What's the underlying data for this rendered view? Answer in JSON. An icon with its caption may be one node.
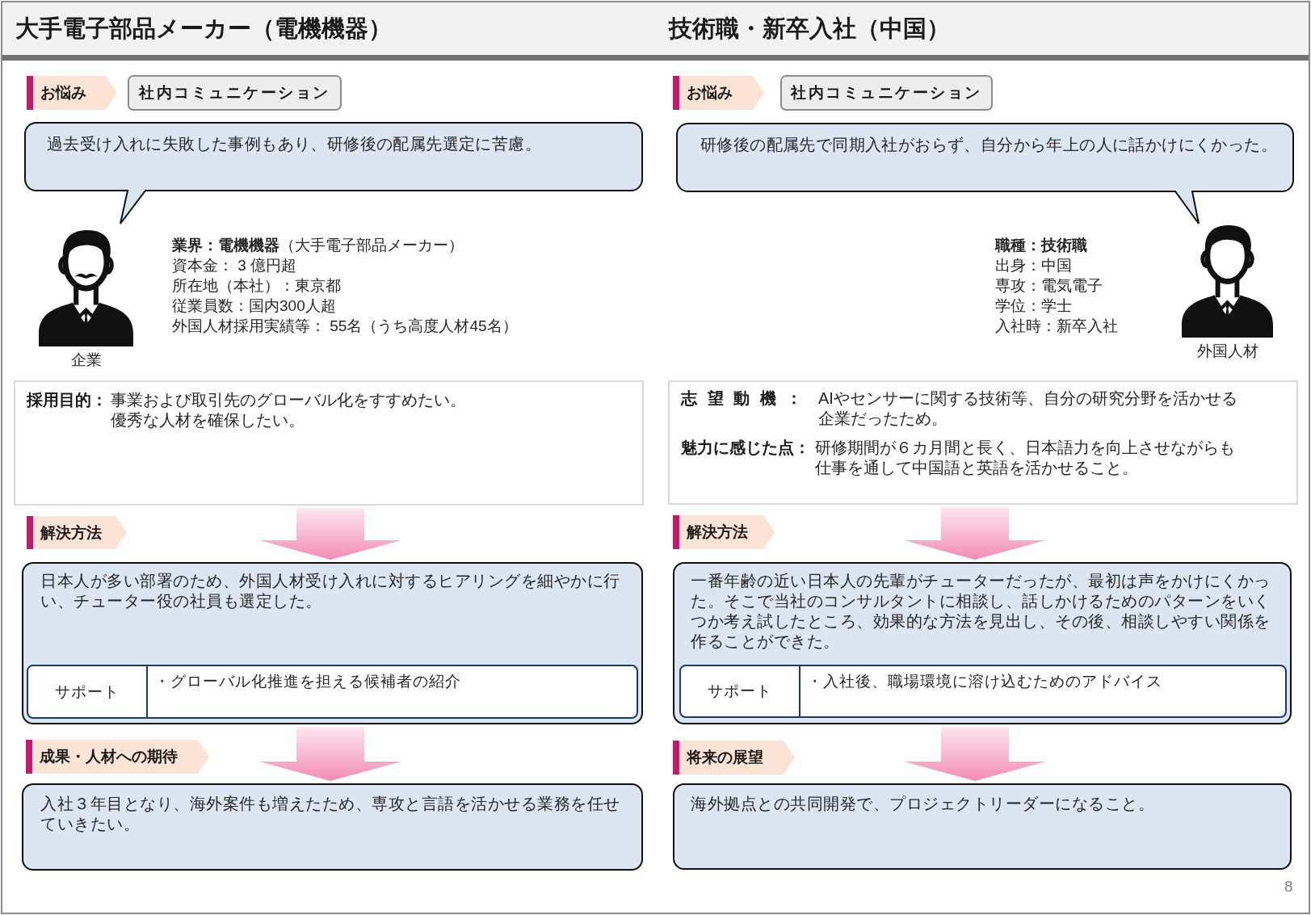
{
  "diagram": {
    "nodes": [
      {
        "text": [
          "大手電子部品メーカー（電機機器）",
          "技術職・新卒入社（中国）"
        ]
      },
      {
        "text": [
          "お悩み"
        ]
      },
      {
        "text": [
          "社内コミュニケーション"
        ]
      },
      {
        "text": [
          "過去受け入れに失敗した事例もあり、研修後の配属先選定に苦慮。"
        ]
      },
      {
        "text": [],
        "shape": "person",
        "beside": [
          "企業"
        ]
      },
      {
        "text": [
          "採用目的：",
          "事業および取引先のグローバル化をすすめたい。",
          "優秀な人材を確保したい。"
        ]
      },
      {
        "text": [
          "解決方法"
        ]
      },
      {
        "text": [
          "日本人が多い部署のため、外国人材受け入れに対するヒアリングを細やかに行い、チューター役の社員も選定した。"
        ]
      },
      {
        "text": [
          "サポート",
          "・グローバル化推進を担える候補者の紹介"
        ],
        "in": 7
      },
      {
        "text": [
          "成果・人材への期待"
        ]
      },
      {
        "text": [
          "入社３年目となり、海外案件も増えたため、専攻と言語を活かせる業務を任せていきたい。"
        ]
      },
      {
        "text": [
          "お悩み"
        ]
      },
      {
        "text": [
          "社内コミュニケーション"
        ]
      },
      {
        "text": [
          "研修後の配属先で同期入社がおらず、自分から年上の人に話かけにくかった。"
        ]
      },
      {
        "text": [],
        "shape": "person",
        "beside": [
          "外国人材"
        ]
      },
      {
        "text": [
          "志望動機：",
          "AIやセンサーに関する技術等、自分の研究分野を活かせる企業だったため。",
          "魅力に感じた点：",
          "研修期間が６カ月間と長く、日本語力を向上させながらも仕事を通して中国語と英語を活かせること。"
        ]
      },
      {
        "text": [
          "解決方法"
        ]
      },
      {
        "text": [
          "一番年齢の近い日本人の先輩がチューターだったが、最初は声をかけにくかった。そこで当社のコンサルタントに相談し、話しかけるためのパターンをいくつか考え試したところ、効果的な方法を見出し、その後、相談しやすい関係を作ることができた。"
        ]
      },
      {
        "text": [
          "サポート",
          "・入社後、職場環境に溶け込むためのアドバイス"
        ],
        "in": 17
      },
      {
        "text": [
          "将来の展望"
        ]
      },
      {
        "text": [
          "海外拠点との共同開発で、プロジェクトリーダーになること。"
        ]
      }
    ],
    "edges": [
      {
        "from": 5,
        "to": 7,
        "arrow": "to"
      },
      {
        "from": 7,
        "to": 10,
        "arrow": "to"
      },
      {
        "from": 15,
        "to": 17,
        "arrow": "to"
      },
      {
        "from": 17,
        "to": 20,
        "arrow": "to"
      }
    ],
    "labels": [
      "**業界：電機機器**（大手電子部品メーカー）",
      "資本金： 3 億円超",
      "所在地（本社）：東京都",
      "従業員数：国内300人超",
      "外国人材採用実績等： 55名（うち高度人材45名）",
      "職種：技術職",
      "出身：中国",
      "専攻：電気電子",
      "学位：学士",
      "入社時：新卒入社",
      "8"
    ]
  }
}
